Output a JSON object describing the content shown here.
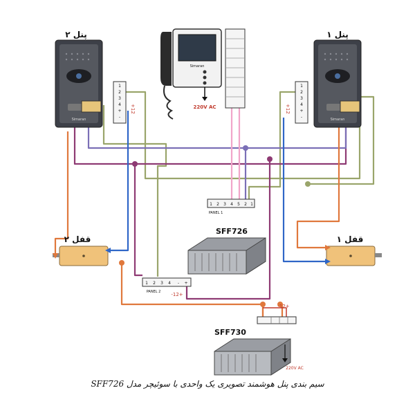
{
  "panel_right": {
    "title": "پنل ۱",
    "brand": "Simaran"
  },
  "panel_left": {
    "title": "پنل ۲",
    "brand": "Simaran"
  },
  "lock_right": {
    "title": "قفل ۱"
  },
  "lock_left": {
    "title": "قفل ۲"
  },
  "monitor": {
    "brand": "Simaran",
    "power_label": "220V AC"
  },
  "sff726": {
    "title": "SFF726",
    "terminal_label": "PANEL 1",
    "terminals": [
      "1",
      "2",
      "3",
      "4",
      "5",
      "2",
      "1"
    ]
  },
  "sff730": {
    "title": "SFF730",
    "power_label": "220V AC",
    "voltage_label": "-12+"
  },
  "panel2_terminal": {
    "label": "PANEL 2",
    "terminals": [
      "1",
      "2",
      "3",
      "4",
      "-",
      "+"
    ],
    "voltage_label": "-12+"
  },
  "panel_left_block": {
    "terminals": [
      "1",
      "2",
      "3",
      "4",
      "+",
      "-"
    ],
    "voltage_label": "+12"
  },
  "panel_right_block": {
    "terminals": [
      "1",
      "2",
      "3",
      "4",
      "+",
      "-"
    ],
    "voltage_label": "+12"
  },
  "caption": "سیم بندی پنل هوشمند تصویری یک واحدی با سوئیچر مدل SFF726",
  "colors": {
    "wire_olive": "#9aa56b",
    "wire_purple": "#8e3a73",
    "wire_blue": "#2f66c7",
    "wire_orange": "#e0783c",
    "wire_pink": "#f1a5c9",
    "wire_violet": "#7b6fb6",
    "panel_dark": "#3d4048"
  }
}
